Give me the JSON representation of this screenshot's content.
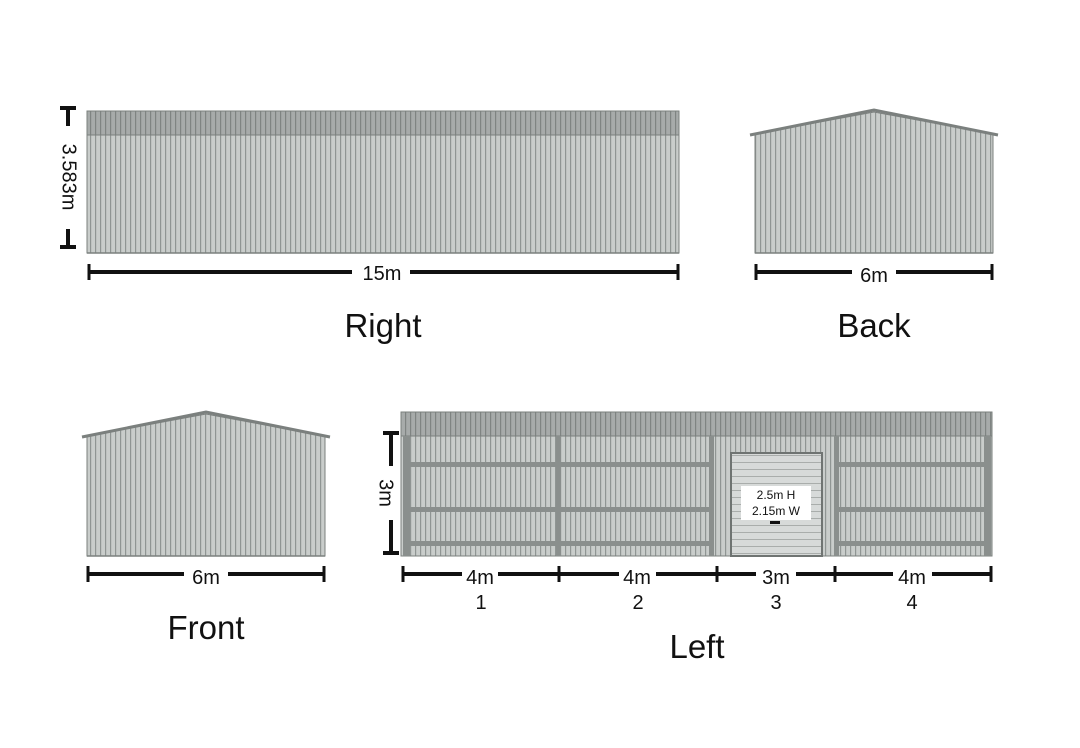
{
  "colors": {
    "wall": "#c9cdcb",
    "rib": "#8f9593",
    "roof_band": "#a7abaa",
    "trim": "#7b807e",
    "frame": "#8a8f8d",
    "dim_line": "#111111",
    "door": "#d7dad9",
    "door_label_bg": "#ffffff"
  },
  "views": {
    "right": {
      "title": "Right",
      "width_label": "15m",
      "height_label": "3.583m"
    },
    "back": {
      "title": "Back",
      "width_label": "6m"
    },
    "front": {
      "title": "Front",
      "width_label": "6m"
    },
    "left": {
      "title": "Left",
      "height_label": "3m",
      "door": {
        "height_label": "2.5m H",
        "width_label": "2.15m W"
      },
      "bays": [
        {
          "width_label": "4m",
          "number": "1"
        },
        {
          "width_label": "4m",
          "number": "2"
        },
        {
          "width_label": "3m",
          "number": "3"
        },
        {
          "width_label": "4m",
          "number": "4"
        }
      ]
    }
  }
}
